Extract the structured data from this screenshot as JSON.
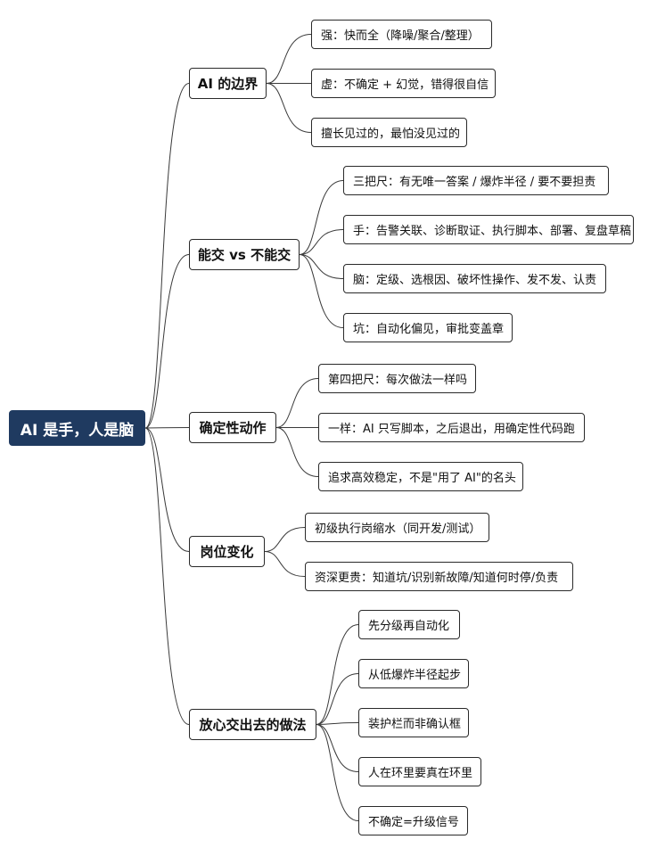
{
  "root": {
    "label": "AI 是手，人是脑"
  },
  "branches": [
    {
      "label": "AI 的边界",
      "children": [
        "强：快而全（降噪/聚合/整理）",
        "虚：不确定 + 幻觉，错得很自信",
        "擅长见过的，最怕没见过的"
      ]
    },
    {
      "label": "能交 vs 不能交",
      "children": [
        "三把尺：有无唯一答案 / 爆炸半径 / 要不要担责",
        "手：告警关联、诊断取证、执行脚本、部署、复盘草稿",
        "脑：定级、选根因、破坏性操作、发不发、认责",
        "坑：自动化偏见，审批变盖章"
      ]
    },
    {
      "label": "确定性动作",
      "children": [
        "第四把尺：每次做法一样吗",
        "一样：AI 只写脚本，之后退出，用确定性代码跑",
        "追求高效稳定，不是\"用了 AI\"的名头"
      ]
    },
    {
      "label": "岗位变化",
      "children": [
        "初级执行岗缩水（同开发/测试）",
        "资深更贵：知道坑/识别新故障/知道何时停/负责"
      ]
    },
    {
      "label": "放心交出去的做法",
      "children": [
        "先分级再自动化",
        "从低爆炸半径起步",
        "装护栏而非确认框",
        "人在环里要真在环里",
        "不确定=升级信号"
      ]
    }
  ]
}
